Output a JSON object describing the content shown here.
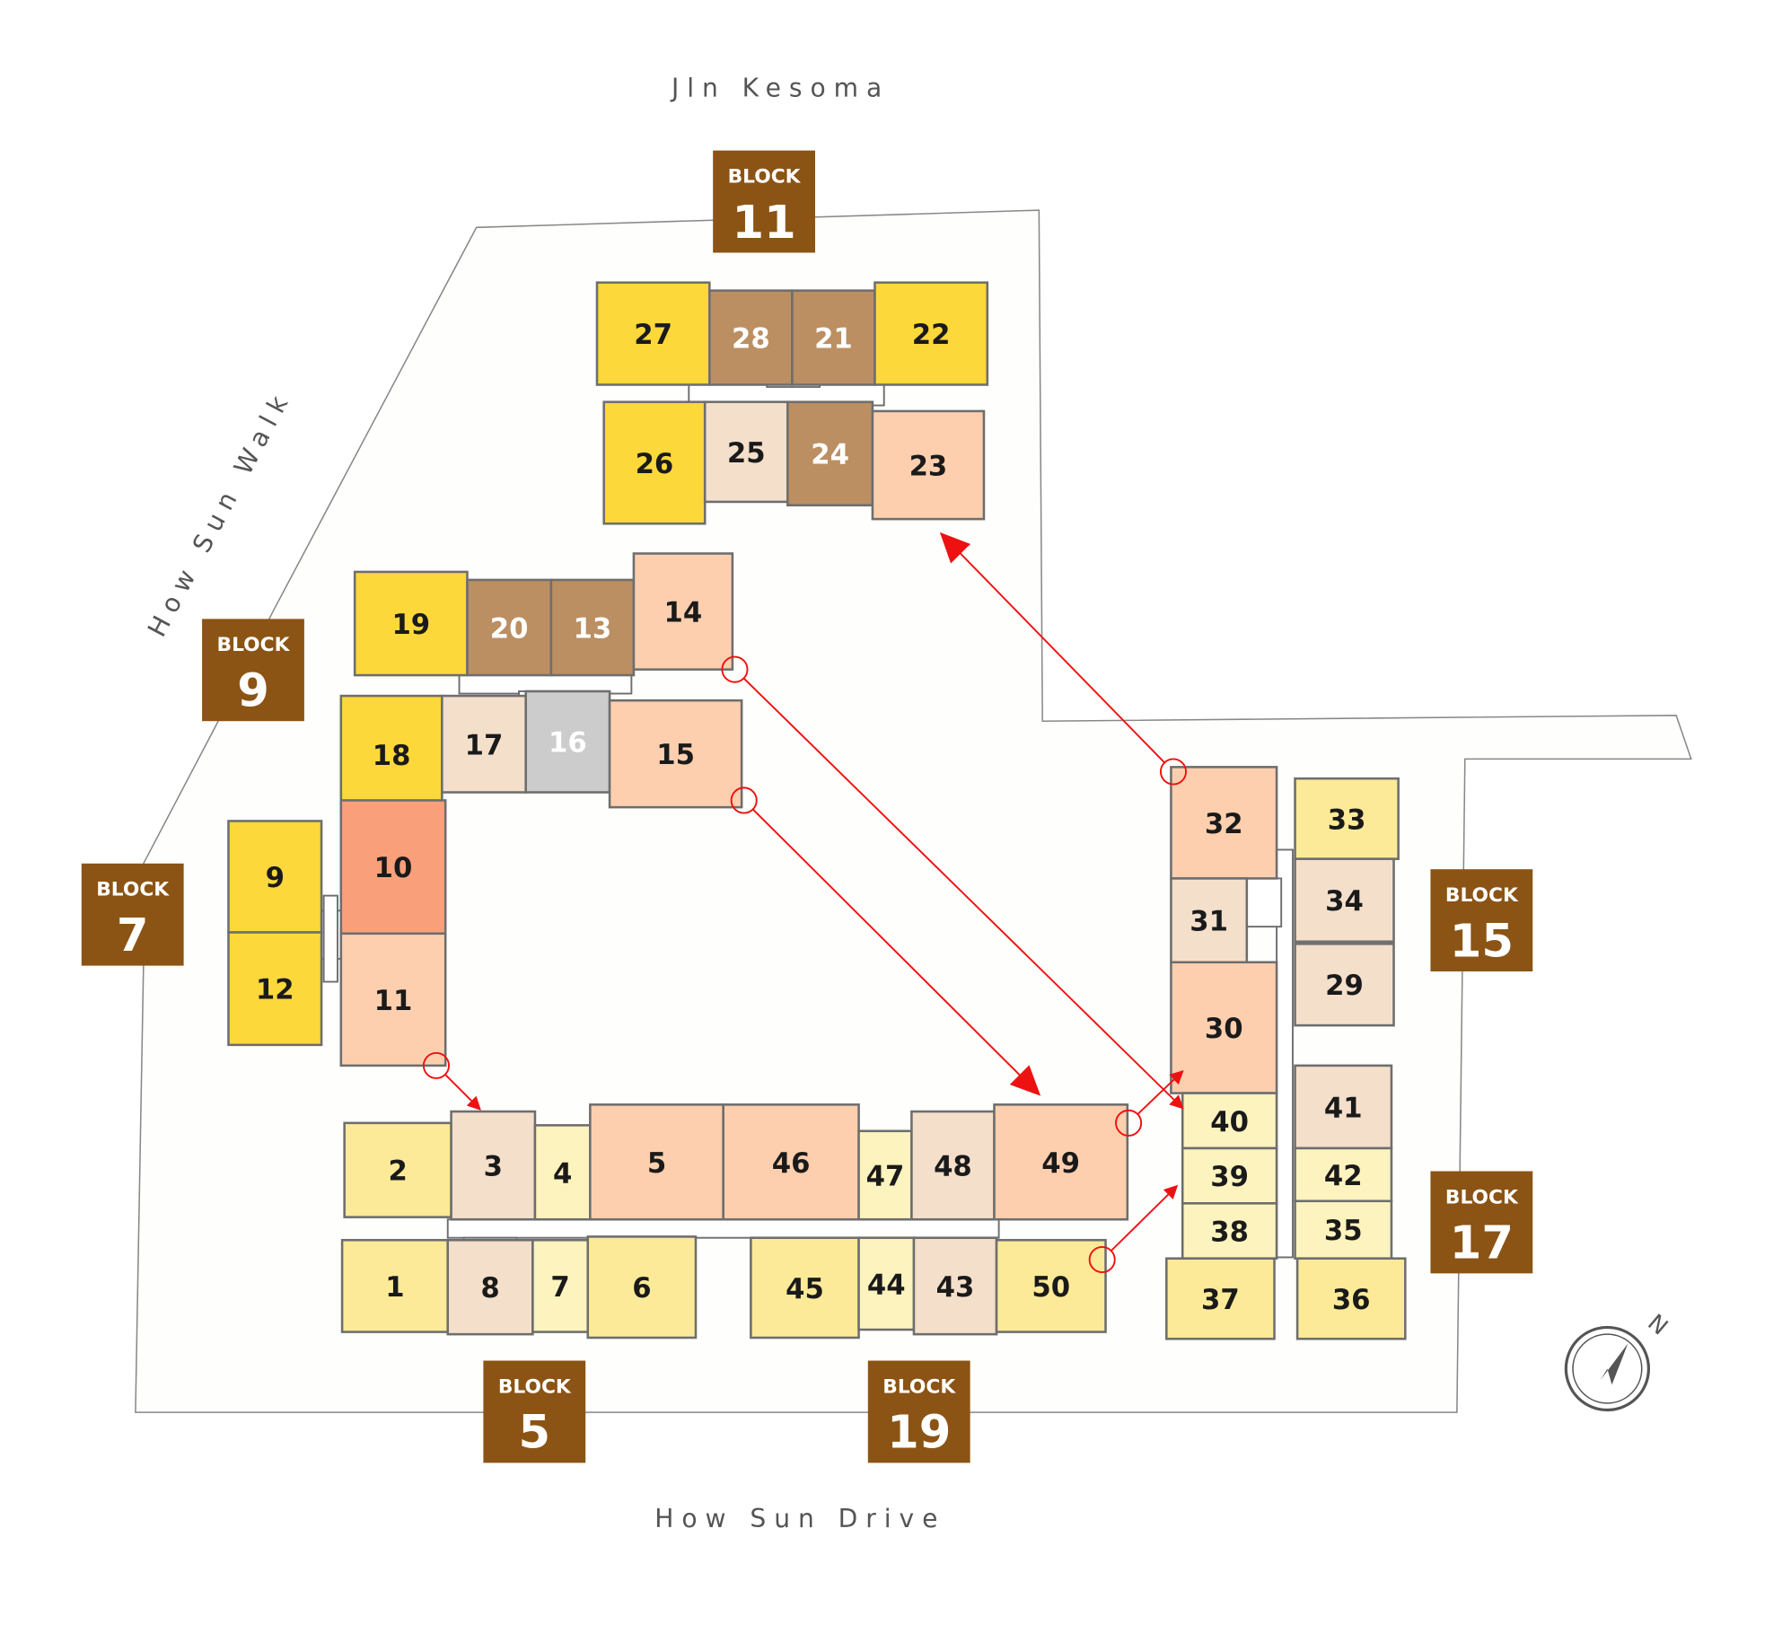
{
  "roads": {
    "north": "Jln Kesoma",
    "south": "How Sun Drive",
    "west": "How Sun Walk"
  },
  "colors": {
    "block_label": "#8B5415",
    "yellow": "#FDD83A",
    "brown": "#BB8F62",
    "lightpeach": "#F4DFCB",
    "peach": "#FDCFAE",
    "orange": "#F9A07B",
    "gray": "#CCCCCC",
    "lightyellow": "#FCEA98",
    "paleyellow": "#FDF3BE",
    "arrow": "#EE1111",
    "outline": "#6E6E6E"
  },
  "blocks": [
    {
      "word": "BLOCK",
      "number": "11"
    },
    {
      "word": "BLOCK",
      "number": "9"
    },
    {
      "word": "BLOCK",
      "number": "7"
    },
    {
      "word": "BLOCK",
      "number": "15"
    },
    {
      "word": "BLOCK",
      "number": "17"
    },
    {
      "word": "BLOCK",
      "number": "5"
    },
    {
      "word": "BLOCK",
      "number": "19"
    }
  ],
  "units": [
    {
      "label": "27",
      "color": "yellow"
    },
    {
      "label": "28",
      "color": "brown"
    },
    {
      "label": "21",
      "color": "brown"
    },
    {
      "label": "22",
      "color": "yellow"
    },
    {
      "label": "26",
      "color": "yellow"
    },
    {
      "label": "25",
      "color": "lightpeach"
    },
    {
      "label": "24",
      "color": "brown"
    },
    {
      "label": "23",
      "color": "peach"
    },
    {
      "label": "19",
      "color": "yellow"
    },
    {
      "label": "20",
      "color": "brown"
    },
    {
      "label": "13",
      "color": "brown"
    },
    {
      "label": "14",
      "color": "peach"
    },
    {
      "label": "18",
      "color": "yellow"
    },
    {
      "label": "17",
      "color": "lightpeach"
    },
    {
      "label": "16",
      "color": "gray"
    },
    {
      "label": "15",
      "color": "peach"
    },
    {
      "label": "9",
      "color": "yellow"
    },
    {
      "label": "10",
      "color": "orange"
    },
    {
      "label": "12",
      "color": "yellow"
    },
    {
      "label": "11",
      "color": "peach"
    },
    {
      "label": "2",
      "color": "lightyellow"
    },
    {
      "label": "3",
      "color": "lightpeach"
    },
    {
      "label": "4",
      "color": "paleyellow"
    },
    {
      "label": "5",
      "color": "peach"
    },
    {
      "label": "46",
      "color": "peach"
    },
    {
      "label": "47",
      "color": "paleyellow"
    },
    {
      "label": "48",
      "color": "lightpeach"
    },
    {
      "label": "49",
      "color": "peach"
    },
    {
      "label": "1",
      "color": "lightyellow"
    },
    {
      "label": "8",
      "color": "lightpeach"
    },
    {
      "label": "7",
      "color": "paleyellow"
    },
    {
      "label": "6",
      "color": "lightyellow"
    },
    {
      "label": "45",
      "color": "lightyellow"
    },
    {
      "label": "44",
      "color": "paleyellow"
    },
    {
      "label": "43",
      "color": "lightpeach"
    },
    {
      "label": "50",
      "color": "lightyellow"
    },
    {
      "label": "32",
      "color": "peach"
    },
    {
      "label": "33",
      "color": "lightyellow"
    },
    {
      "label": "34",
      "color": "lightpeach"
    },
    {
      "label": "31",
      "color": "lightpeach"
    },
    {
      "label": "29",
      "color": "lightpeach"
    },
    {
      "label": "30",
      "color": "peach"
    },
    {
      "label": "40",
      "color": "paleyellow"
    },
    {
      "label": "41",
      "color": "lightpeach"
    },
    {
      "label": "39",
      "color": "paleyellow"
    },
    {
      "label": "42",
      "color": "paleyellow"
    },
    {
      "label": "38",
      "color": "paleyellow"
    },
    {
      "label": "35",
      "color": "paleyellow"
    },
    {
      "label": "37",
      "color": "lightyellow"
    },
    {
      "label": "36",
      "color": "lightyellow"
    }
  ],
  "compass": {
    "label": "N"
  }
}
